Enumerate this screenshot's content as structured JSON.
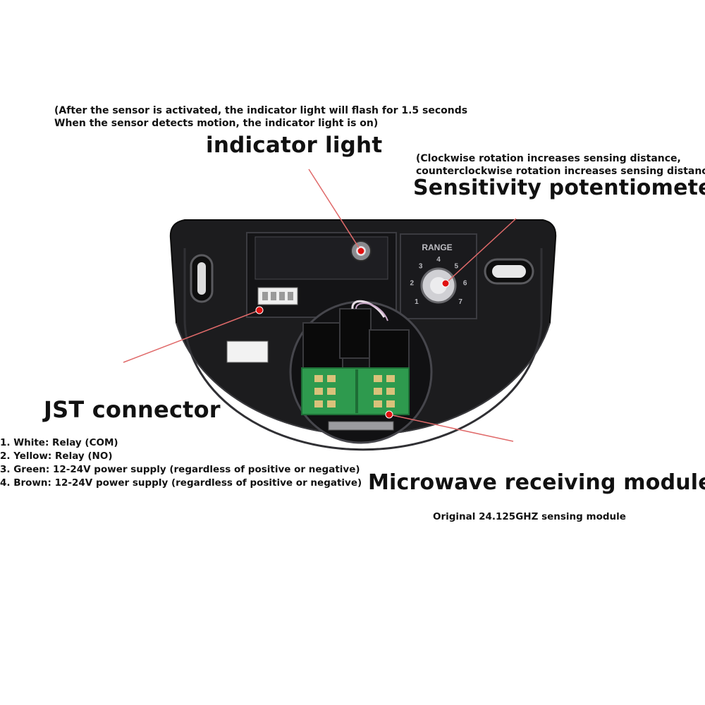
{
  "indicator": {
    "note_line1": "(After the sensor is activated, the indicator light will flash for 1.5 seconds",
    "note_line2": "When the sensor detects motion, the indicator light is on)",
    "title": "indicator light"
  },
  "potentiometer": {
    "note_line1": "(Clockwise rotation increases sensing distance,",
    "note_line2": "counterclockwise rotation increases sensing distance)",
    "title": "Sensitivity potentiometer",
    "dial_label": "RANGE",
    "dial_numbers": [
      "1",
      "2",
      "3",
      "4",
      "5",
      "6",
      "7"
    ]
  },
  "connector": {
    "title": "JST connector",
    "pins": [
      "1. White: Relay (COM)",
      "2. Yellow: Relay (NO)",
      "3. Green: 12-24V power supply (regardless of positive or negative)",
      "4. Brown: 12-24V power supply (regardless of positive or negative)"
    ]
  },
  "module": {
    "title": "Microwave receiving module",
    "subtitle": "Original 24.125GHZ sensing module"
  },
  "colors": {
    "housing": "#1c1c1e",
    "callout_line": "#e06a6a",
    "callout_dot": "#e01010",
    "pcb": "#2e9a4e",
    "pad": "#d9c27a"
  }
}
